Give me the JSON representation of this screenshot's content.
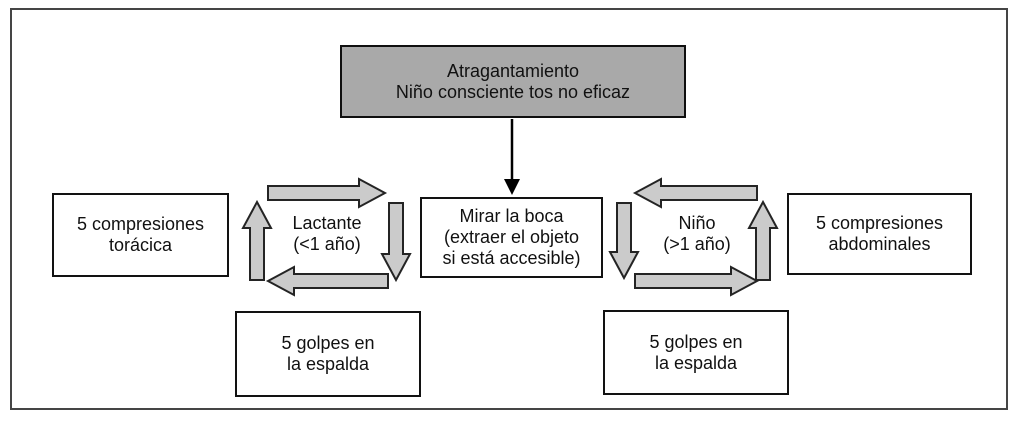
{
  "boxes": {
    "title": {
      "line1": "Atragantamiento",
      "line2": "Niño consciente tos no eficaz"
    },
    "center": {
      "line1": "Mirar la boca",
      "line2": "(extraer el objeto",
      "line3": "si está accesible)"
    },
    "chest": {
      "line1": "5 compresiones",
      "line2": "torácica"
    },
    "abdominal": {
      "line1": "5 compresiones",
      "line2": "abdominales"
    },
    "back_left": {
      "line1": "5 golpes en",
      "line2": "la espalda"
    },
    "back_right": {
      "line1": "5 golpes en",
      "line2": "la espalda"
    }
  },
  "cycle_labels": {
    "infant": {
      "line1": "Lactante",
      "line2": "(<1 año)"
    },
    "child": {
      "line1": "Niño",
      "line2": "(>1 año)"
    }
  },
  "colors": {
    "title_box_fill": "#a9a9a9",
    "arrow_fill": "#cbcbcb",
    "arrow_stroke": "#242424",
    "box_border": "#121212",
    "frame_border": "#454545",
    "connector": "#000000"
  }
}
